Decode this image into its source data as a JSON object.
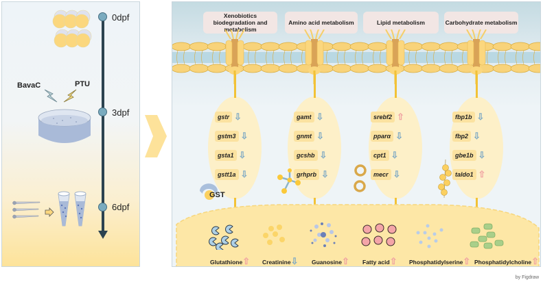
{
  "timeline": {
    "points": [
      {
        "label": "0dpf"
      },
      {
        "label": "3dpf"
      },
      {
        "label": "6dpf"
      }
    ],
    "treatments": [
      "BavaC",
      "PTU"
    ]
  },
  "pathways": [
    {
      "title": "Xenobiotics biodegradation and metabolism",
      "genes": [
        {
          "name": "gstr",
          "direction": "down"
        },
        {
          "name": "gstm3",
          "direction": "down"
        },
        {
          "name": "gsta1",
          "direction": "down"
        },
        {
          "name": "gstt1a",
          "direction": "down"
        }
      ],
      "enzyme_label": "GST"
    },
    {
      "title": "Amino acid metabolism",
      "genes": [
        {
          "name": "gamt",
          "direction": "down"
        },
        {
          "name": "gnmt",
          "direction": "down"
        },
        {
          "name": "gcshb",
          "direction": "down"
        },
        {
          "name": "grhprb",
          "direction": "down"
        }
      ]
    },
    {
      "title": "Lipid metabolism",
      "genes": [
        {
          "name": "srebf2",
          "direction": "up"
        },
        {
          "name": "pparα",
          "direction": "down"
        },
        {
          "name": "cpt1",
          "direction": "down"
        },
        {
          "name": "mecr",
          "direction": "down"
        }
      ]
    },
    {
      "title": "Carbohydrate metabolism",
      "genes": [
        {
          "name": "fbp1b",
          "direction": "down"
        },
        {
          "name": "fbp2",
          "direction": "down"
        },
        {
          "name": "gbe1b",
          "direction": "down"
        },
        {
          "name": "taldo1",
          "direction": "up"
        }
      ]
    }
  ],
  "metabolites": [
    {
      "name": "Glutathione",
      "direction": "up"
    },
    {
      "name": "Creatinine",
      "direction": "down"
    },
    {
      "name": "Guanosine",
      "direction": "up"
    },
    {
      "name": "Fatty acid",
      "direction": "up"
    },
    {
      "name": "Phosphatidylserine",
      "direction": "up"
    },
    {
      "name": "Phosphatidylcholine",
      "direction": "up"
    }
  ],
  "arrows": {
    "up": "⇧",
    "down": "⇩"
  },
  "colors": {
    "up_arrow": "#f0a2a2",
    "down_arrow": "#7ea9c4",
    "membrane": "#f5cf6a",
    "timeline": "#2c4350"
  },
  "credit": "by Figdraw"
}
